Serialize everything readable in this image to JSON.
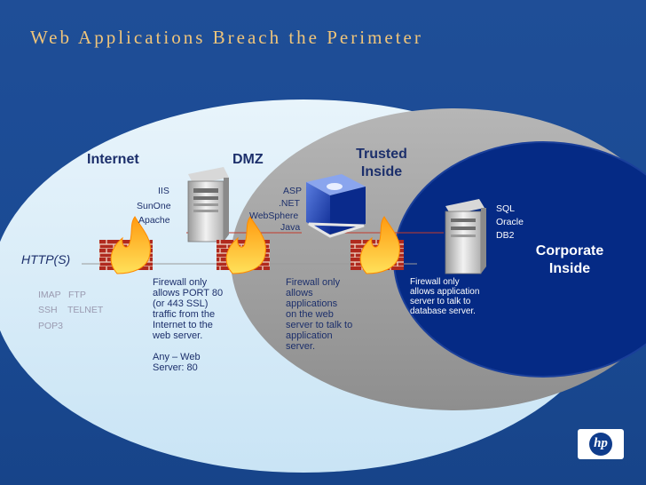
{
  "title": "Web Applications Breach the Perimeter",
  "zones": {
    "internet": "Internet",
    "dmz": "DMZ",
    "trusted": "Trusted\nInside",
    "corporate": "Corporate\nInside"
  },
  "internet_side": {
    "http_label": "HTTP(S)",
    "protocols": [
      "IMAP",
      "FTP",
      "SSH",
      "TELNET",
      "POP3"
    ]
  },
  "web_server": {
    "techs": [
      "IIS",
      "SunOne",
      "Apache"
    ]
  },
  "app_server": {
    "techs": [
      "ASP",
      ".NET",
      "WebSphere",
      "Java"
    ]
  },
  "db_server": {
    "techs": [
      "SQL",
      "Oracle",
      "DB2"
    ]
  },
  "firewalls": {
    "fw1": "Firewall only\nallows PORT 80\n(or 443 SSL)\ntraffic from the\nInternet to the\nweb server.",
    "fw1_extra": "Any – Web\nServer: 80",
    "fw2": "Firewall only\nallows\napplications\non the web\nserver to talk to\napplication\nserver.",
    "fw3": "Firewall only\nallows application\nserver to talk to\ndatabase server."
  },
  "logo": "hp",
  "colors": {
    "background": "#1b4b95",
    "title": "#f0c57a",
    "outer_ellipse": "#d7ecf8",
    "trusted_zone": "#a1a1a1",
    "corporate_zone": "#052a85",
    "zone_label": "#1c2f6b",
    "corporate_label": "#ffffff"
  }
}
